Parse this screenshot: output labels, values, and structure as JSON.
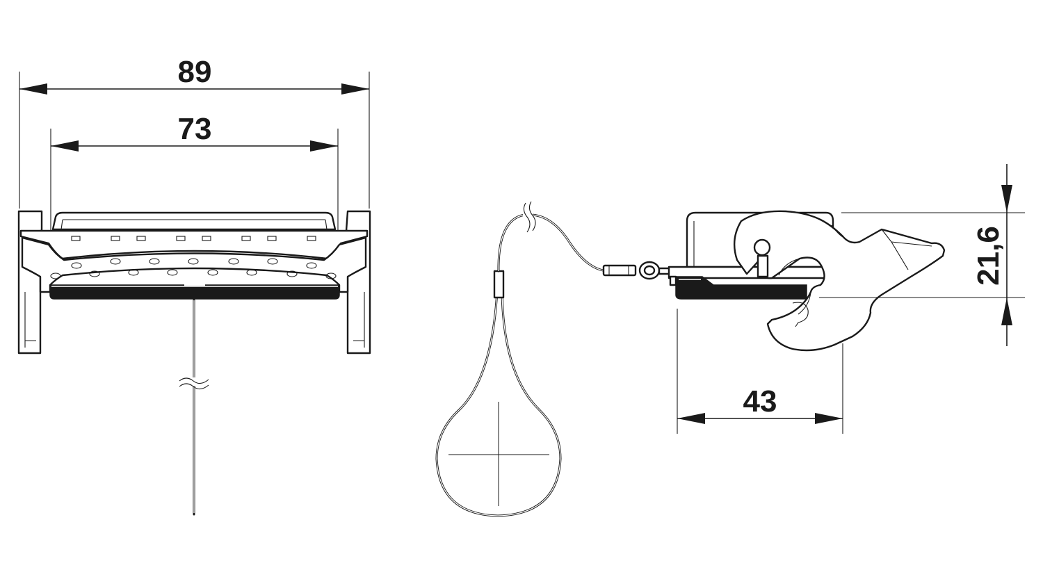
{
  "drawing": {
    "dimensions": {
      "overall_width": "89",
      "inner_width": "73",
      "depth": "43",
      "height": "21,6"
    },
    "line_color": "#1a1a1a",
    "background_color": "#ffffff"
  }
}
